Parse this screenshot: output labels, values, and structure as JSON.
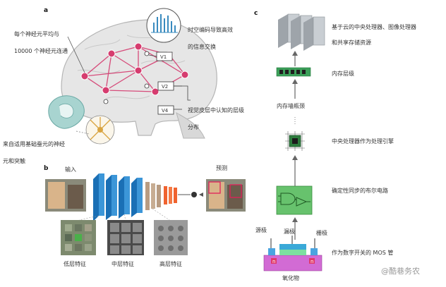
{
  "panels": {
    "a": "a",
    "b": "b",
    "c": "c"
  },
  "panel_a": {
    "label_neurons_1": "每个神经元平均与",
    "label_neurons_2": "10000 个神经元连通",
    "label_spatiotemporal_1": "时空编码导致高效",
    "label_spatiotemporal_2": "的信息交换",
    "label_visual_cortex_1": "视觉皮层中认知的层级",
    "label_visual_cortex_2": "分布",
    "label_glia_1": "来自适用基础蚕元的神经",
    "label_glia_2": "元和突触",
    "areas": [
      "V1",
      "V2",
      "V4"
    ]
  },
  "panel_b": {
    "input_label": "输入",
    "output_label": "预测",
    "features": [
      "低层特征",
      "中层特征",
      "高层特征"
    ]
  },
  "panel_c": {
    "cloud_label_1": "基于云的中央处理器、图像处理器",
    "cloud_label_2": "和共享存储资源",
    "memory_label": "内存层级",
    "memory_wall": "内存墙瓶颈",
    "cpu_label": "中央处理器作为处理引擎",
    "logic_label": "确定性同步的布尔电路",
    "mos_label": "作为数字开关的 MOS 管",
    "source": "源极",
    "drain": "漏极",
    "gate": "栅极",
    "oxide": "氧化物",
    "n1": "n",
    "n2": "n"
  },
  "watermark": "@酷巷务农"
}
